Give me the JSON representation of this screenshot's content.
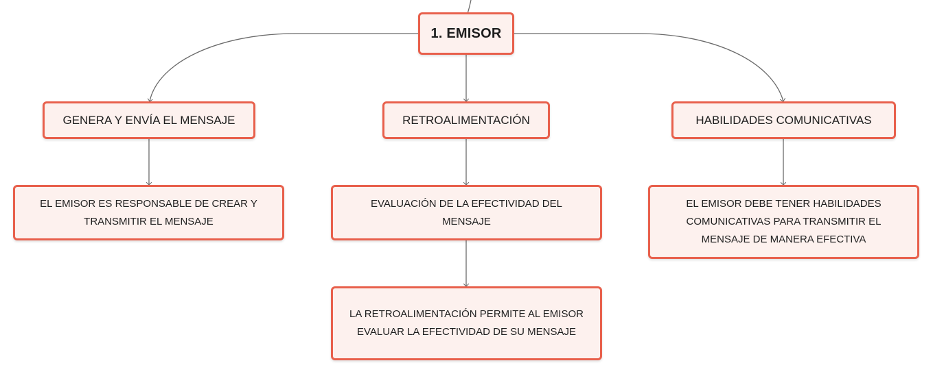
{
  "colors": {
    "node_border": "#e8604c",
    "node_fill": "#fdf1ee",
    "connector": "#6b6b6b",
    "text": "#1f1f1f"
  },
  "root": {
    "label": "1. EMISOR"
  },
  "branches": [
    {
      "label": "GENERA Y ENVÍA EL MENSAJE",
      "children": [
        "EL EMISOR ES RESPONSABLE DE CREAR Y TRANSMITIR EL MENSAJE"
      ]
    },
    {
      "label": "RETROALIMENTACIÓN",
      "children": [
        "EVALUACIÓN DE LA EFECTIVIDAD DEL MENSAJE",
        "LA RETROALIMENTACIÓN PERMITE AL EMISOR EVALUAR LA EFECTIVIDAD DE SU MENSAJE"
      ]
    },
    {
      "label": "HABILIDADES COMUNICATIVAS",
      "children": [
        "EL EMISOR DEBE TENER HABILIDADES COMUNICATIVAS PARA TRANSMITIR EL MENSAJE DE MANERA EFECTIVA"
      ]
    }
  ]
}
